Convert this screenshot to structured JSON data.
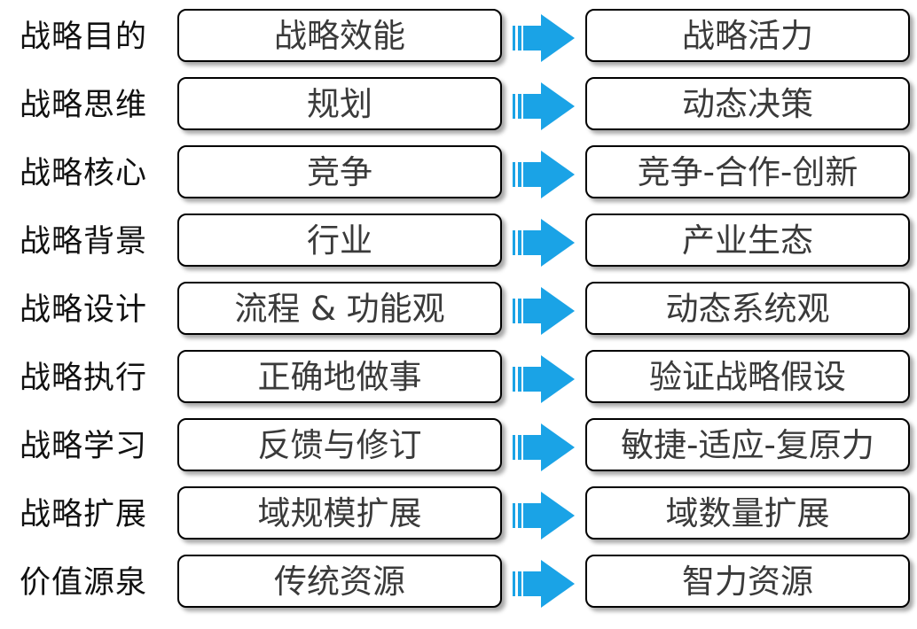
{
  "accent_color": "#1aa3e6",
  "rows": [
    {
      "label": "战略目的",
      "from": "战略效能",
      "to": "战略活力"
    },
    {
      "label": "战略思维",
      "from": "规划",
      "to": "动态决策"
    },
    {
      "label": "战略核心",
      "from": "竞争",
      "to": "竞争-合作-创新"
    },
    {
      "label": "战略背景",
      "from": "行业",
      "to": "产业生态"
    },
    {
      "label": "战略设计",
      "from": "流程 & 功能观",
      "to": "动态系统观"
    },
    {
      "label": "战略执行",
      "from": "正确地做事",
      "to": "验证战略假设"
    },
    {
      "label": "战略学习",
      "from": "反馈与修订",
      "to": "敏捷-适应-复原力"
    },
    {
      "label": "战略扩展",
      "from": "域规模扩展",
      "to": "域数量扩展"
    },
    {
      "label": "价值源泉",
      "from": "传统资源",
      "to": "智力资源"
    }
  ],
  "arrow_icon": "double-bar-right-arrow-icon"
}
